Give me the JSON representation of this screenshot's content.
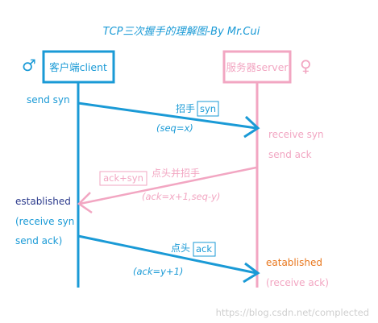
{
  "title": "TCP三次握手的理解图-By Mr.Cui",
  "client": {
    "label": "客户端client",
    "symbol": "♂"
  },
  "server": {
    "label": "服务器server",
    "symbol": "♀"
  },
  "client_notes": {
    "send_syn": "send syn",
    "established": "established",
    "receive_syn": "(receive syn",
    "send_ack": "send ack)"
  },
  "server_notes": {
    "receive_syn": "receive syn",
    "send_ack": "send ack",
    "established": "eatablished",
    "receive_ack": "(receive ack)"
  },
  "messages": [
    {
      "label": "招手",
      "box": "syn",
      "detail": "(seq=x)"
    },
    {
      "label": "点头并招手",
      "box": "ack+syn",
      "detail": "(ack=x+1,seq-y)"
    },
    {
      "label": "点头",
      "box": "ack",
      "detail": "(ack=y+1)"
    }
  ],
  "watermark": "https://blog.csdn.net/complected",
  "colors": {
    "client": "#1a9ad6",
    "server": "#f2a6c2",
    "title": "#1a9ad6",
    "established_client": "#2b3a8c",
    "established_server": "#e8761c",
    "watermark": "#d0d0d0"
  }
}
